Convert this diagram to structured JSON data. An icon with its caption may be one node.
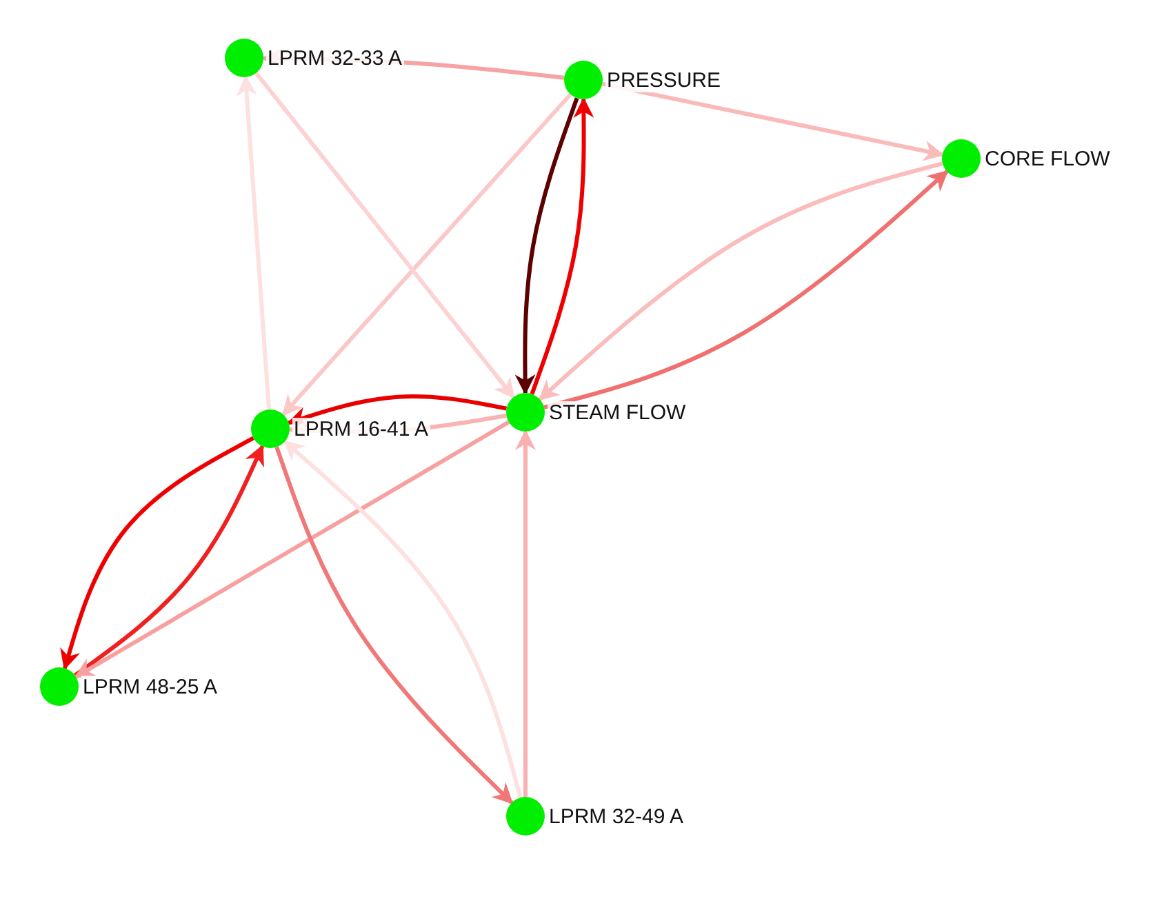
{
  "diagram": {
    "nodes": [
      {
        "text": [
          "LPRM 32-33 A"
        ]
      },
      {
        "text": [
          "PRESSURE"
        ]
      },
      {
        "text": [
          "CORE FLOW"
        ]
      },
      {
        "text": [
          "STEAM FLOW"
        ]
      },
      {
        "text": [
          "LPRM 16-41 A"
        ]
      },
      {
        "text": [
          "LPRM 48-25 A"
        ]
      },
      {
        "text": [
          "LPRM 32-49 A"
        ]
      }
    ],
    "edges": [
      {
        "from": 1,
        "to": 0,
        "arrow": "to",
        "color": "#f5a3a3"
      },
      {
        "from": 1,
        "to": 2,
        "arrow": "to",
        "color": "#f9baba"
      },
      {
        "from": 1,
        "to": 3,
        "arrow": "to",
        "color": "#5c0000"
      },
      {
        "from": 3,
        "to": 1,
        "arrow": "to",
        "color": "#ee0000"
      },
      {
        "from": 1,
        "to": 4,
        "arrow": "to",
        "color": "#fbc8c8"
      },
      {
        "from": 0,
        "to": 3,
        "arrow": "to",
        "color": "#fcd2d2"
      },
      {
        "from": 4,
        "to": 0,
        "arrow": "to",
        "color": "#fde0e0"
      },
      {
        "from": 2,
        "to": 3,
        "arrow": "to",
        "color": "#fbbcbc"
      },
      {
        "from": 3,
        "to": 2,
        "arrow": "to",
        "color": "#f07070"
      },
      {
        "from": 3,
        "to": 4,
        "arrow": "to",
        "color": "#e80000"
      },
      {
        "from": 3,
        "to": 4,
        "arrow": "to",
        "color": "#f9b3b3"
      },
      {
        "from": 4,
        "to": 5,
        "arrow": "to",
        "color": "#ee0000"
      },
      {
        "from": 5,
        "to": 4,
        "arrow": "to",
        "color": "#f02020"
      },
      {
        "from": 3,
        "to": 5,
        "arrow": "to",
        "color": "#f7a0a0"
      },
      {
        "from": 4,
        "to": 6,
        "arrow": "to",
        "color": "#f07878"
      },
      {
        "from": 6,
        "to": 4,
        "arrow": "to",
        "color": "#fde0e0"
      },
      {
        "from": 6,
        "to": 3,
        "arrow": "to",
        "color": "#f9b0b0"
      }
    ]
  }
}
